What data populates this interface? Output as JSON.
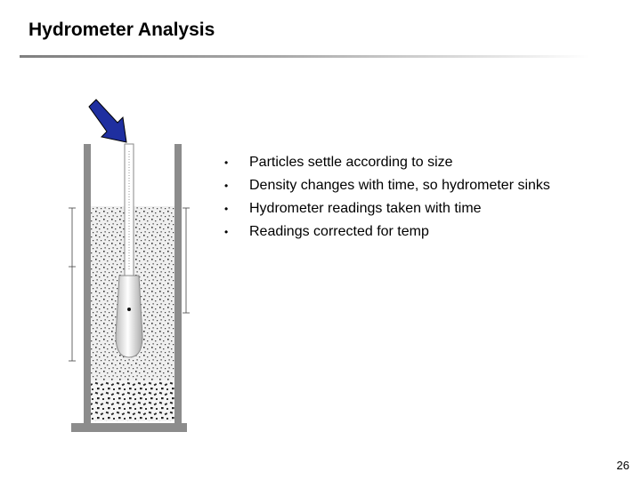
{
  "slide": {
    "title": "Hydrometer Analysis",
    "bullets": [
      "Particles settle according to size",
      "Density changes with time, so hydrometer sinks",
      "Hydrometer readings taken with time",
      "Readings corrected for temp"
    ],
    "bullet_glyph": "•",
    "page_number": "26"
  },
  "figure": {
    "icon": "hydrometer-cylinder-diagram",
    "arrow_color": "#1f2fa0",
    "cylinder_color": "#8c8c8c"
  }
}
